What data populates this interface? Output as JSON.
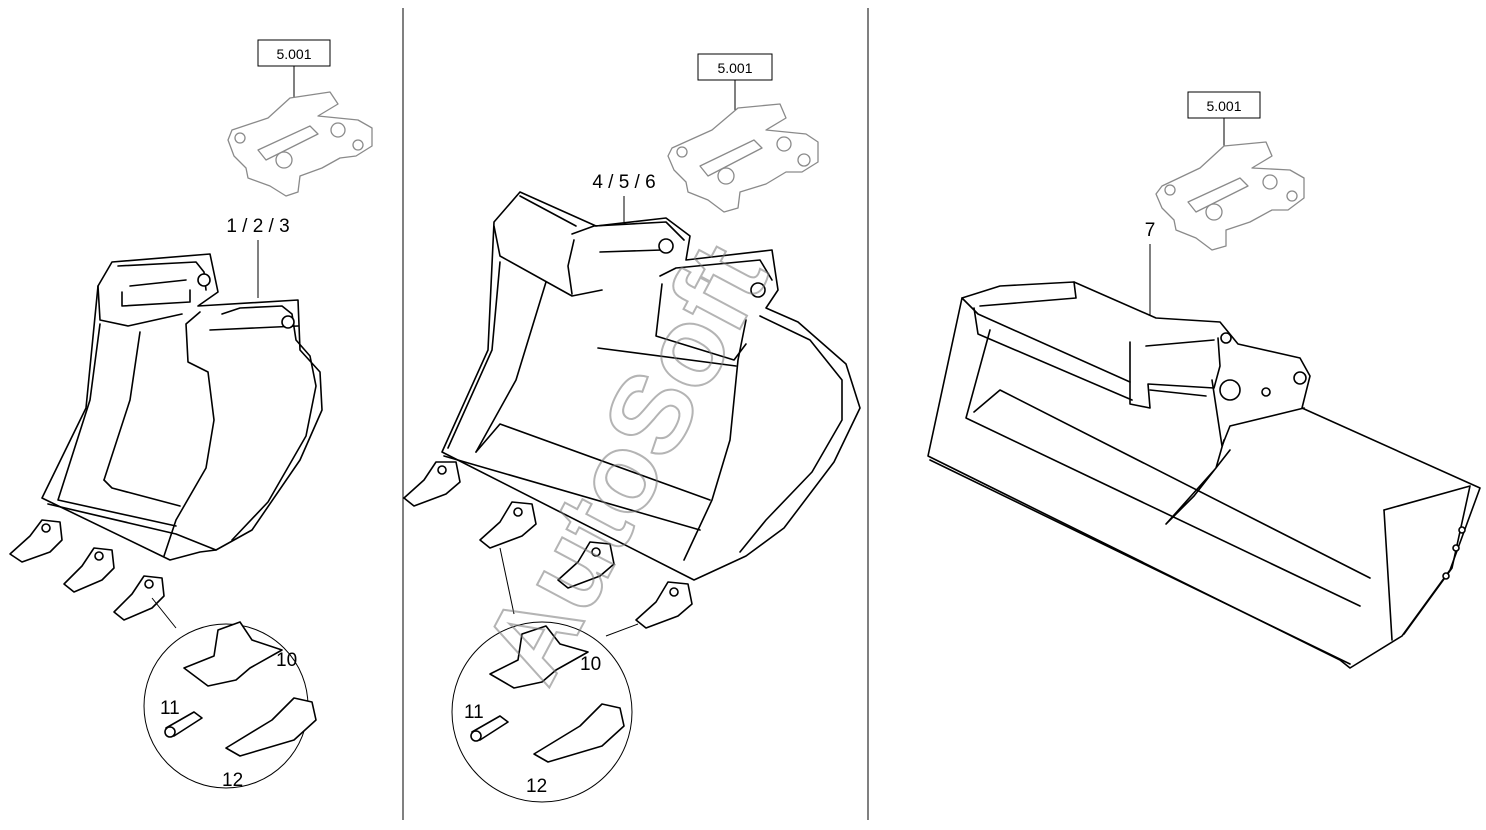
{
  "panels": [
    {
      "ref": "5.001",
      "bucket_label": "1 / 2 / 3",
      "detail_labels": {
        "tooth_adapter": "10",
        "pin": "11",
        "tooth": "12"
      }
    },
    {
      "ref": "5.001",
      "bucket_label": "4 / 5 / 6",
      "detail_labels": {
        "tooth_adapter": "10",
        "pin": "11",
        "tooth": "12"
      }
    },
    {
      "ref": "5.001",
      "bucket_label": "7"
    }
  ],
  "watermark": "AutoSoft",
  "colors": {
    "line": "#000000",
    "quick_coupler": "#8a8a8a",
    "watermark": "#777777"
  }
}
